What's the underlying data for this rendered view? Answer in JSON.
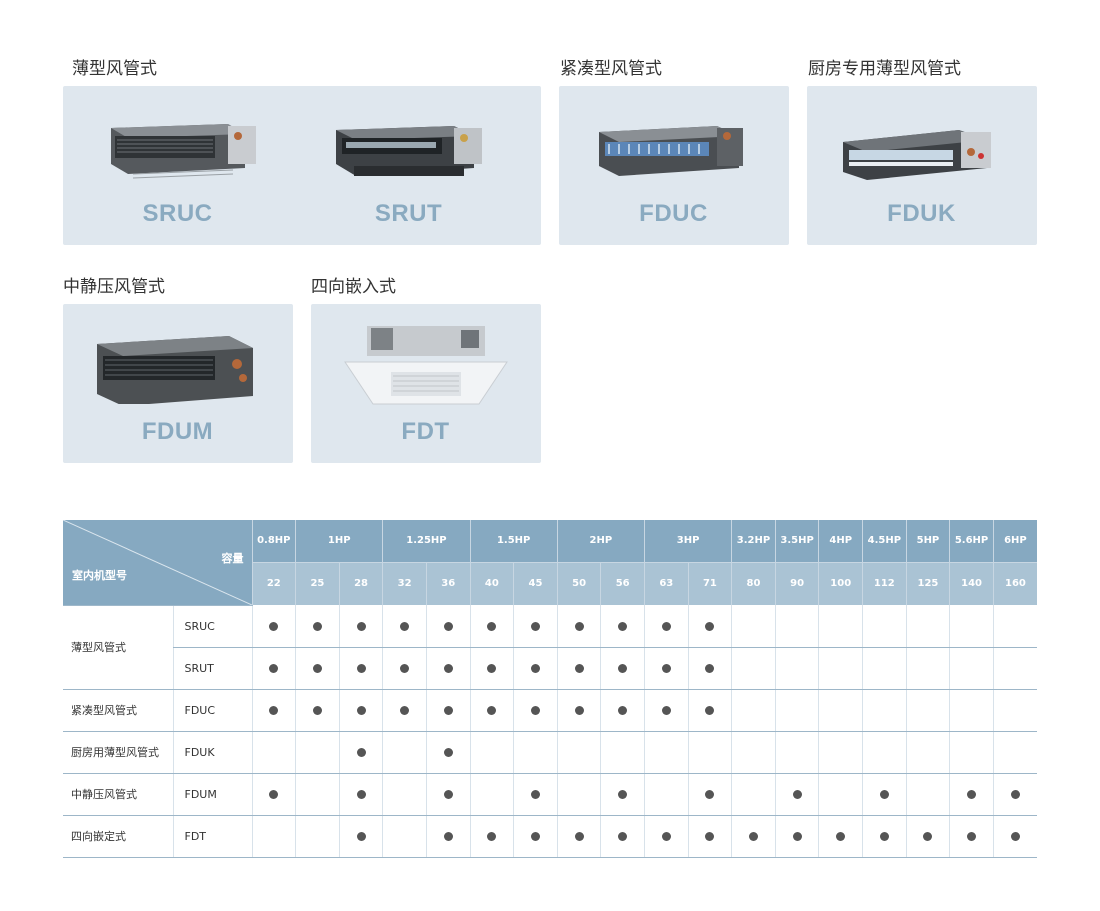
{
  "groups": [
    {
      "title": "薄型风管式",
      "products": [
        "SRUC",
        "SRUT"
      ]
    },
    {
      "title": "紧凑型风管式",
      "products": [
        "FDUC"
      ]
    },
    {
      "title": "厨房专用薄型风管式",
      "products": [
        "FDUK"
      ]
    },
    {
      "title": "中静压风管式",
      "products": [
        "FDUM"
      ]
    },
    {
      "title": "四向嵌入式",
      "products": [
        "FDT"
      ]
    }
  ],
  "table": {
    "corner_capacity": "容量",
    "corner_model": "室内机型号",
    "hp_groups": [
      {
        "label": "0.8HP",
        "span": 1
      },
      {
        "label": "1HP",
        "span": 2
      },
      {
        "label": "1.25HP",
        "span": 2
      },
      {
        "label": "1.5HP",
        "span": 2
      },
      {
        "label": "2HP",
        "span": 2
      },
      {
        "label": "3HP",
        "span": 2
      },
      {
        "label": "3.2HP",
        "span": 1
      },
      {
        "label": "3.5HP",
        "span": 1
      },
      {
        "label": "4HP",
        "span": 1
      },
      {
        "label": "4.5HP",
        "span": 1
      },
      {
        "label": "5HP",
        "span": 1
      },
      {
        "label": "5.6HP",
        "span": 1
      },
      {
        "label": "6HP",
        "span": 1
      }
    ],
    "capacities": [
      "22",
      "25",
      "28",
      "32",
      "36",
      "40",
      "45",
      "50",
      "56",
      "63",
      "71",
      "80",
      "90",
      "100",
      "112",
      "125",
      "140",
      "160"
    ],
    "rows": [
      {
        "series": "薄型风管式",
        "series_span": 2,
        "model": "SRUC",
        "marks": [
          1,
          1,
          1,
          1,
          1,
          1,
          1,
          1,
          1,
          1,
          1,
          0,
          0,
          0,
          0,
          0,
          0,
          0
        ]
      },
      {
        "series": "",
        "series_span": 0,
        "model": "SRUT",
        "marks": [
          1,
          1,
          1,
          1,
          1,
          1,
          1,
          1,
          1,
          1,
          1,
          0,
          0,
          0,
          0,
          0,
          0,
          0
        ]
      },
      {
        "series": "紧凑型风管式",
        "series_span": 1,
        "model": "FDUC",
        "marks": [
          1,
          1,
          1,
          1,
          1,
          1,
          1,
          1,
          1,
          1,
          1,
          0,
          0,
          0,
          0,
          0,
          0,
          0
        ]
      },
      {
        "series": "厨房用薄型风管式",
        "series_span": 1,
        "model": "FDUK",
        "marks": [
          0,
          0,
          1,
          0,
          1,
          0,
          0,
          0,
          0,
          0,
          0,
          0,
          0,
          0,
          0,
          0,
          0,
          0
        ]
      },
      {
        "series": "中静压风管式",
        "series_span": 1,
        "model": "FDUM",
        "marks": [
          1,
          0,
          1,
          0,
          1,
          0,
          1,
          0,
          1,
          0,
          1,
          0,
          1,
          0,
          1,
          0,
          1,
          1
        ]
      },
      {
        "series": "四向嵌定式",
        "series_span": 1,
        "model": "FDT",
        "marks": [
          0,
          0,
          1,
          0,
          1,
          1,
          1,
          1,
          1,
          1,
          1,
          1,
          1,
          1,
          1,
          1,
          1,
          1
        ]
      }
    ]
  }
}
